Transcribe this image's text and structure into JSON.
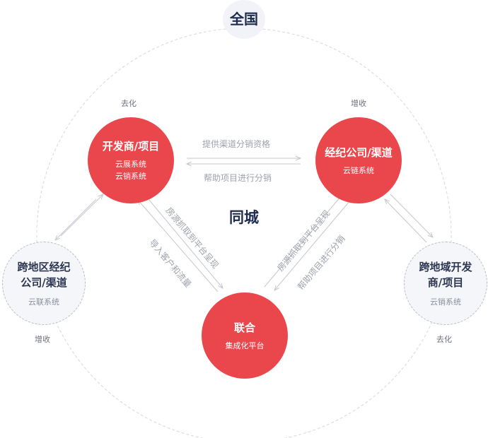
{
  "scopes": {
    "national": "全国",
    "city": "同城"
  },
  "nodes": {
    "developer": {
      "title": "开发商/项目",
      "sub": "云展系统\n云销系统",
      "tag": "去化"
    },
    "agency": {
      "title": "经纪公司/渠道",
      "sub": "云链系统",
      "tag": "增收"
    },
    "alliance": {
      "title": "联合",
      "sub": "集成化平台"
    },
    "cross_agency": {
      "title": "跨地区经纪\n公司/渠道",
      "sub": "云联系统",
      "tag": "增收"
    },
    "cross_developer": {
      "title": "跨地域开发\n商/项目",
      "sub": "云销系统",
      "tag": "去化"
    }
  },
  "flows": {
    "top_right": "提供渠道分销资格",
    "top_left": "帮助项目进行分销",
    "left_down": "房源抓取到平台呈现",
    "left_up": "导入客户和流量",
    "right_up": "房源抓取到平台呈现",
    "right_down": "帮助项目进行分销"
  },
  "colors": {
    "primary_red": "#e9474c",
    "navy_text": "#1d2b4f",
    "arrow_grey": "#c4c7cf",
    "dashed_circle": "#d6d8de"
  }
}
